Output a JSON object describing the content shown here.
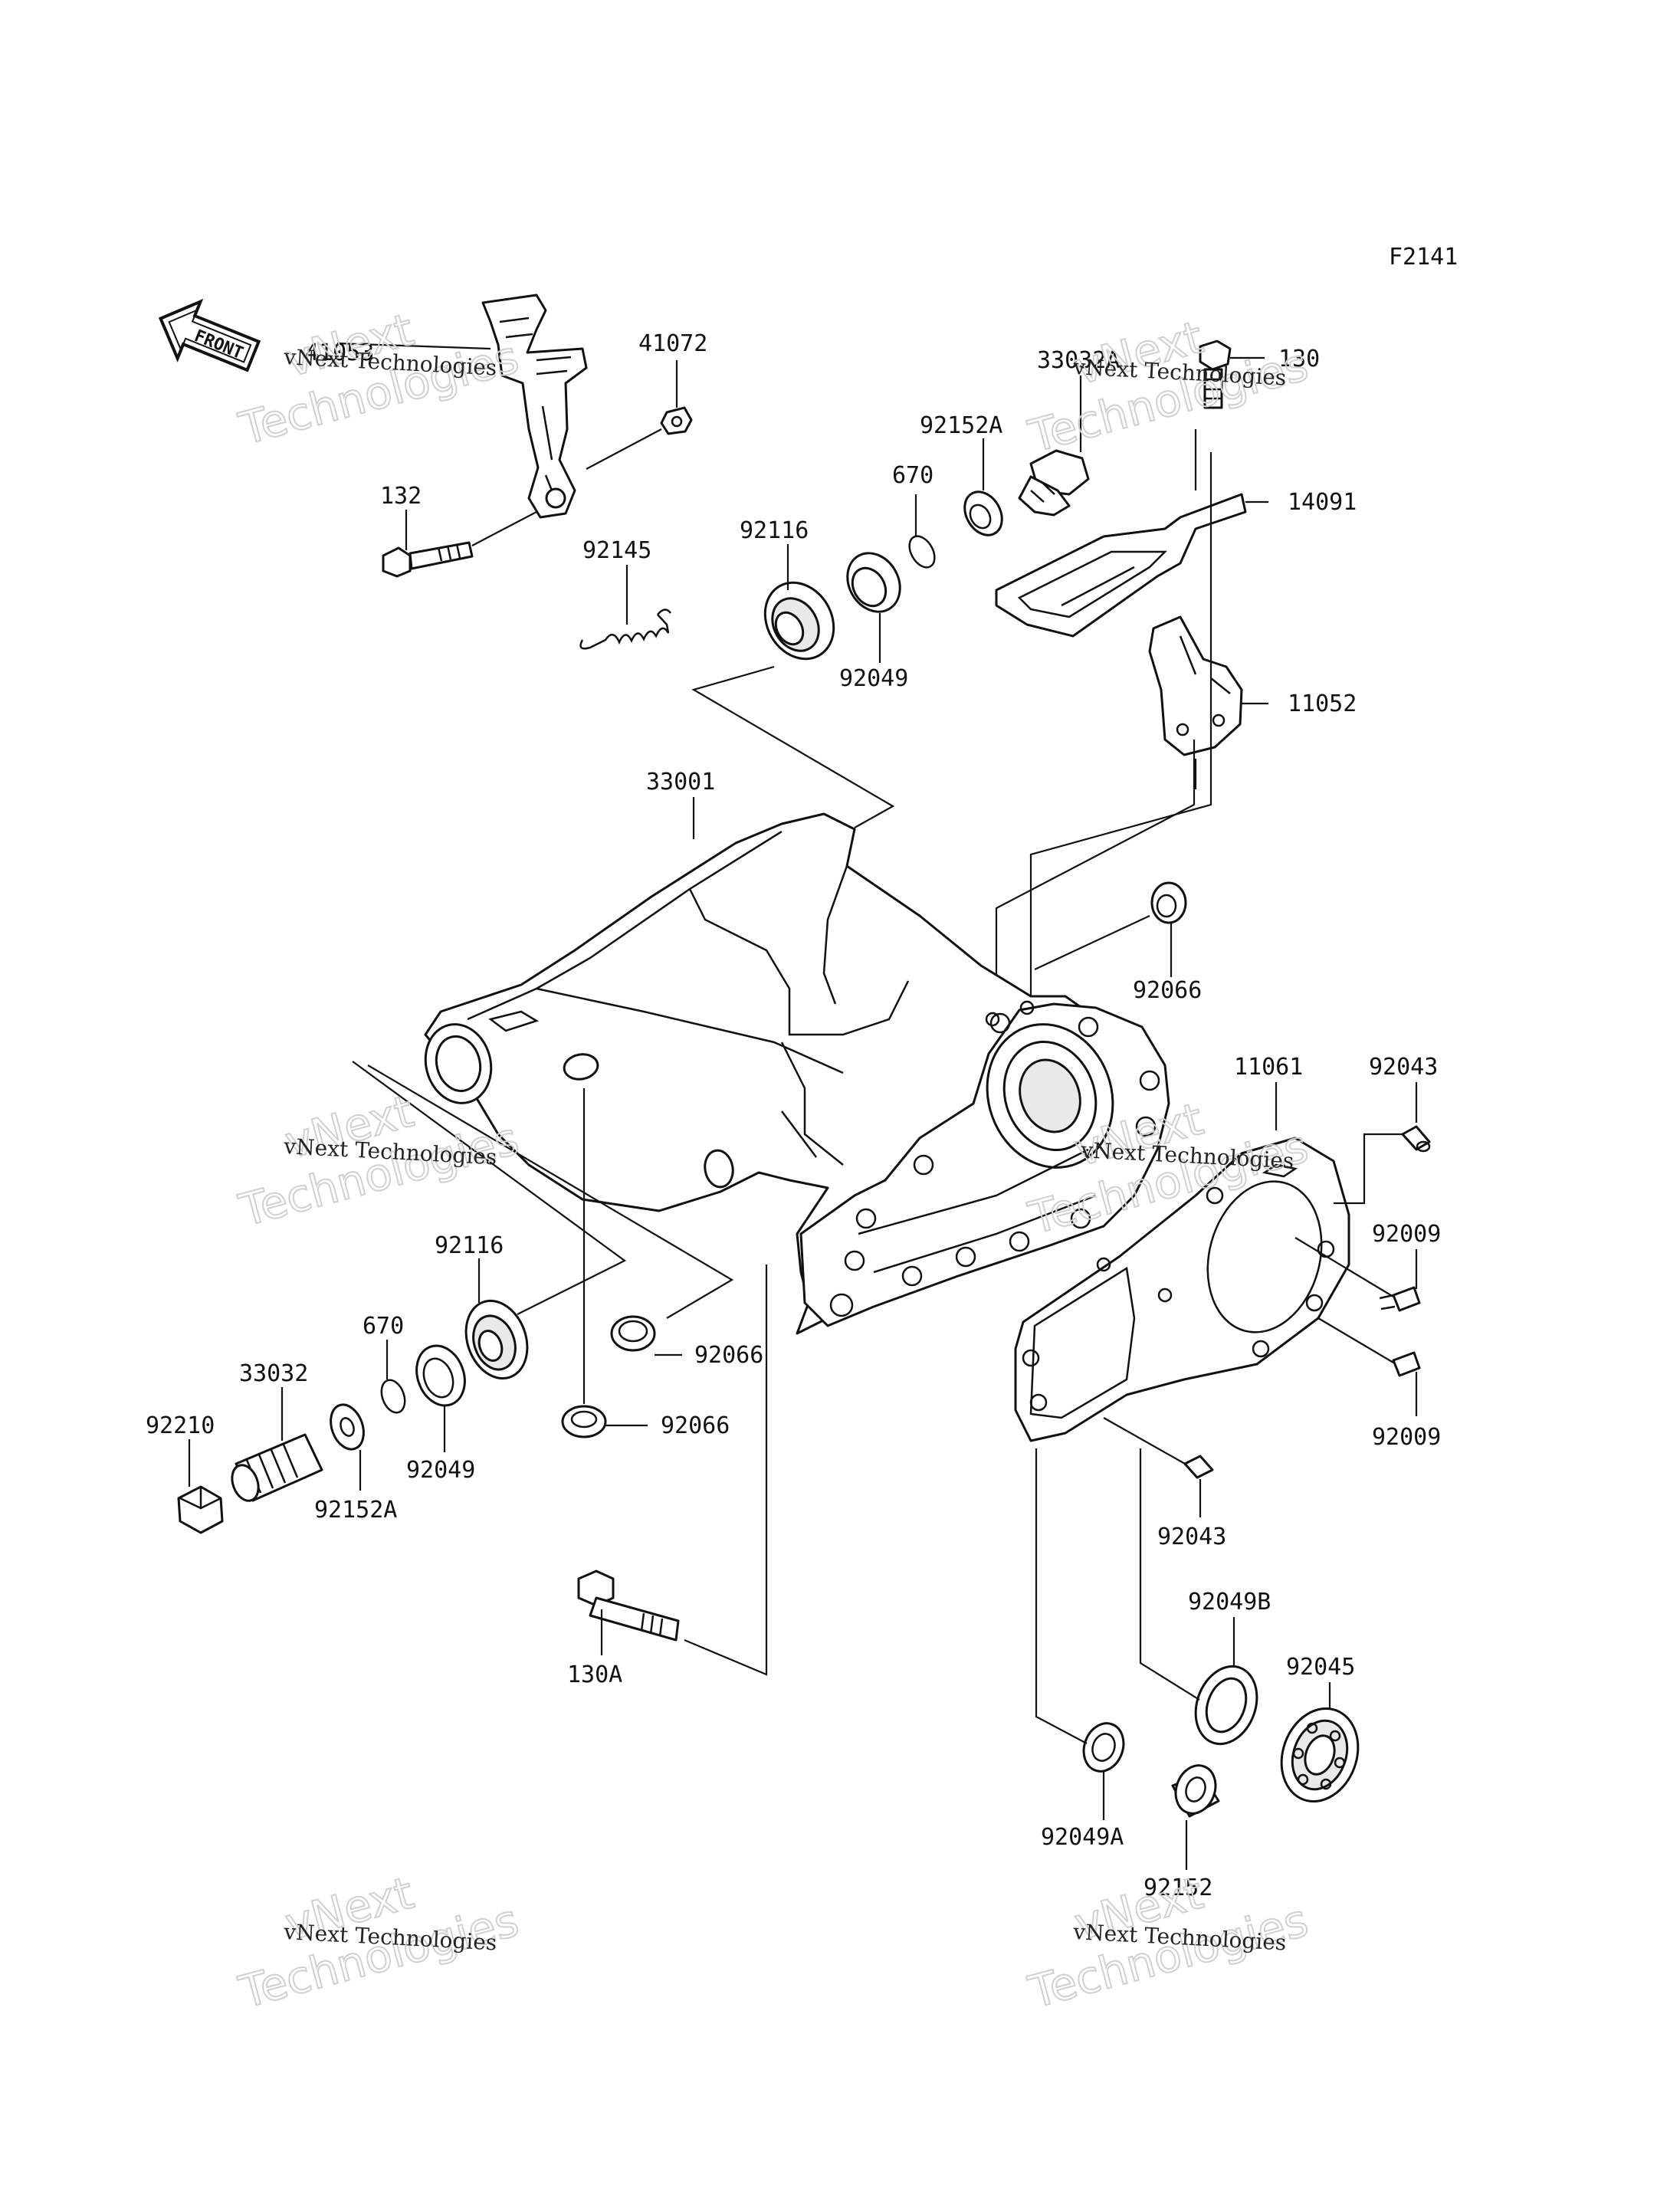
{
  "figure_code": "F2141",
  "front_label": "FRONT",
  "watermark": {
    "big_line1": "vNext",
    "big_line2": "Technologies",
    "small": "vNext Technologies"
  },
  "parts": {
    "p41053": "41053",
    "p41072": "41072",
    "p132": "132",
    "p92145": "92145",
    "p92116_top": "92116",
    "p92049_top": "92049",
    "p670_top": "670",
    "p92152A_top": "92152A",
    "p33032A": "33032A",
    "p130": "130",
    "p14091": "14091",
    "p11052": "11052",
    "p33001": "33001",
    "p92066_top": "92066",
    "p11061": "11061",
    "p92043_top": "92043",
    "p92009_a": "92009",
    "p92009_b": "92009",
    "p92043_bottom": "92043",
    "p92116_bottom": "92116",
    "p670_bottom": "670",
    "p33032": "33032",
    "p92210": "92210",
    "p92049_bottom": "92049",
    "p92152A_bottom": "92152A",
    "p92066_mid": "92066",
    "p92066_low": "92066",
    "p130A": "130A",
    "p92049B": "92049B",
    "p92045": "92045",
    "p92049A": "92049A",
    "p92152": "92152"
  }
}
